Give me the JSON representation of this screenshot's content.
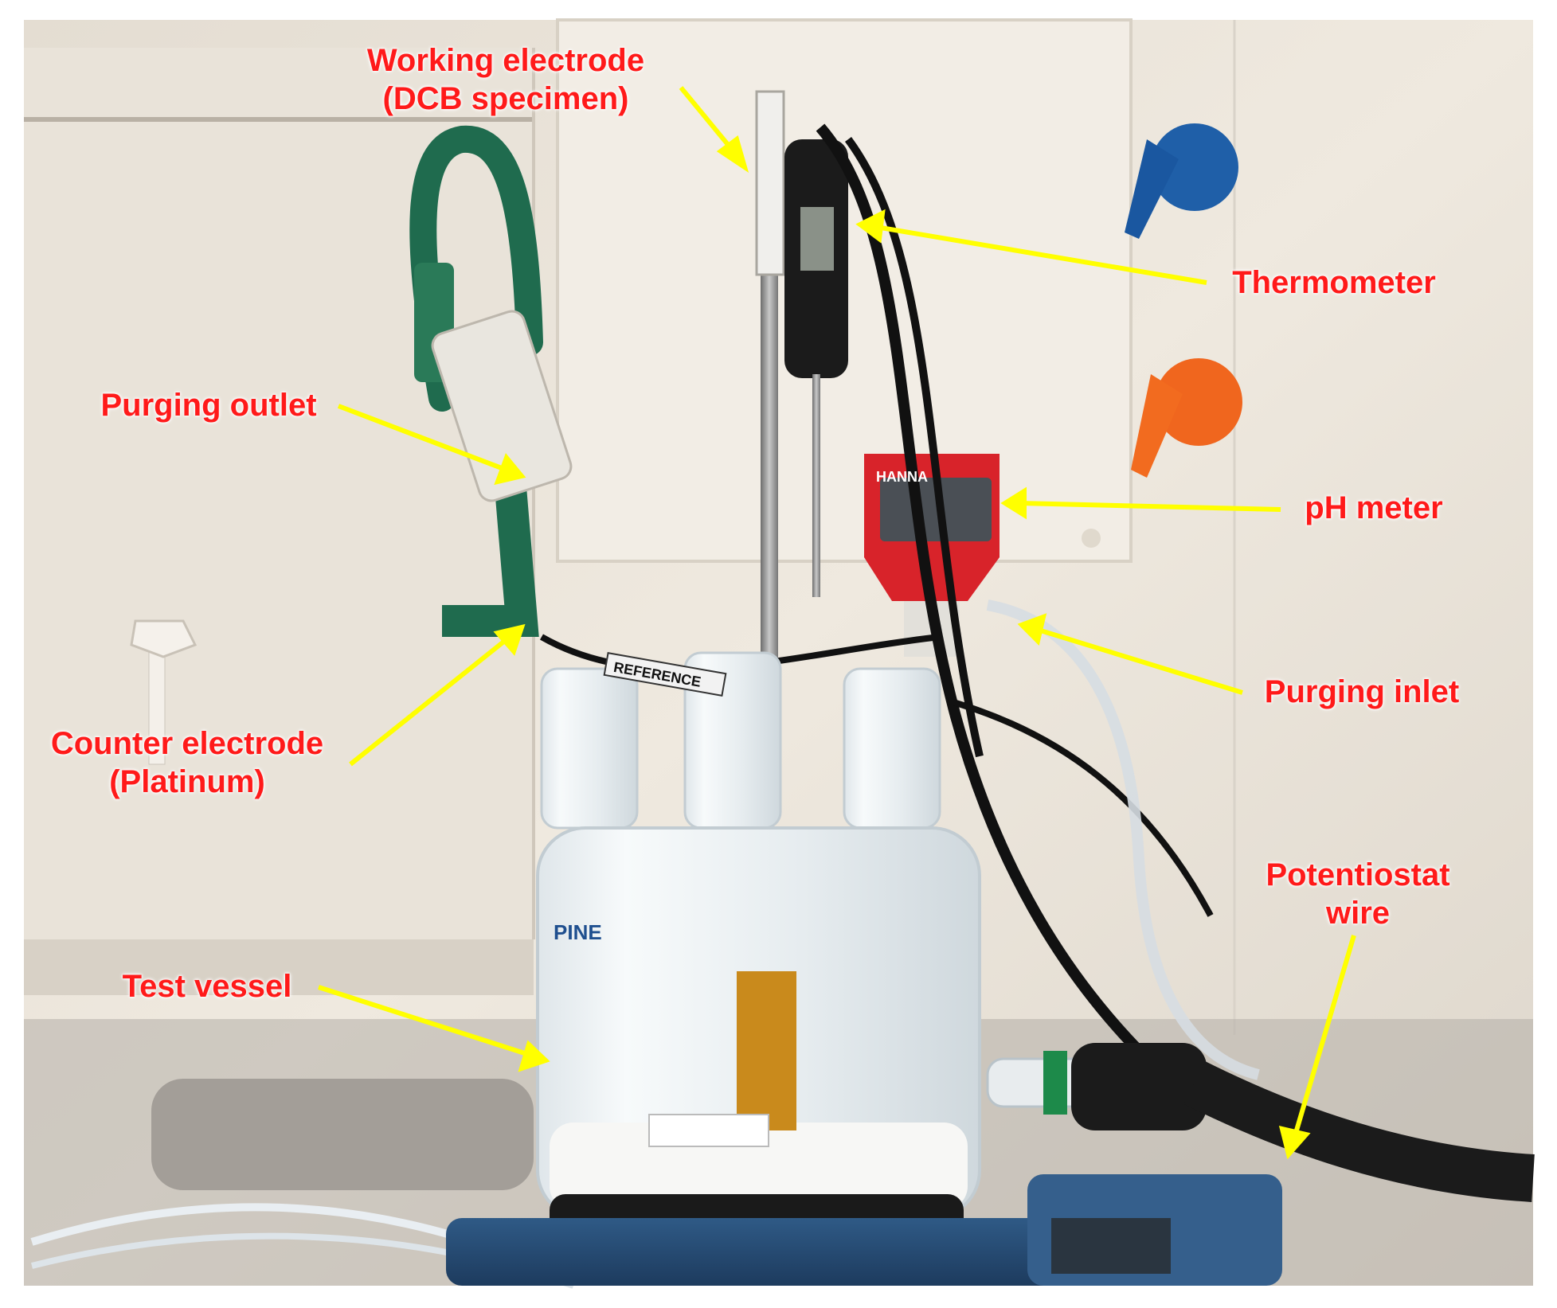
{
  "labels": {
    "working_electrode": "Working electrode\n(DCB specimen)",
    "thermometer": "Thermometer",
    "purging_outlet": "Purging outlet",
    "ph_meter": "pH meter",
    "purging_inlet": "Purging inlet",
    "counter_electrode": "Counter electrode\n(Platinum)",
    "potentiostat_wire": "Potentiostat\nwire",
    "test_vessel": "Test vessel"
  },
  "equipment_text": {
    "reference_tag": "REFERENCE",
    "brand_logo": "PINE",
    "ph_meter_brand": "HANNA"
  },
  "colors": {
    "label_text": "#ff1a1a",
    "arrow": "#ffff00",
    "wall": "#ece7de",
    "tube_green": "#1f6b4e",
    "stirrer_base": "#2c4f78"
  }
}
